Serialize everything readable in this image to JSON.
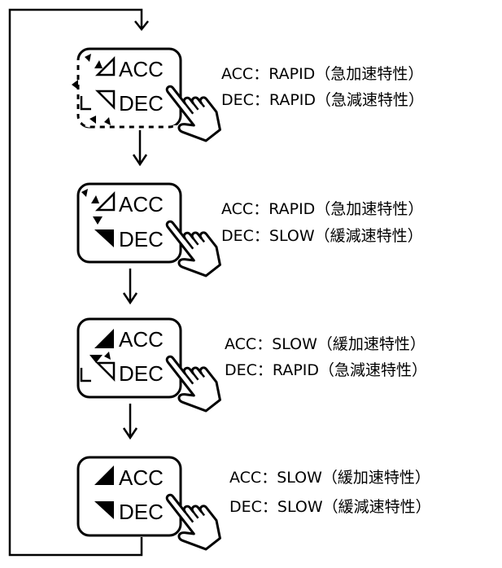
{
  "steps": [
    {
      "acc_label": "ACC",
      "dec_label": "DEC",
      "acc_mode": "RAPID",
      "dec_mode": "RAPID",
      "acc_line": "ACC：RAPID（急加速特性）",
      "dec_line": "DEC：RAPID（急減速特性）"
    },
    {
      "acc_label": "ACC",
      "dec_label": "DEC",
      "acc_mode": "RAPID",
      "dec_mode": "SLOW",
      "acc_line": "ACC：RAPID（急加速特性）",
      "dec_line": "DEC：SLOW（緩減速特性）"
    },
    {
      "acc_label": "ACC",
      "dec_label": "DEC",
      "acc_mode": "SLOW",
      "dec_mode": "RAPID",
      "acc_line": "ACC：SLOW（緩加速特性）",
      "dec_line": "DEC：RAPID（急減速特性）"
    },
    {
      "acc_label": "ACC",
      "dec_label": "DEC",
      "acc_mode": "SLOW",
      "dec_mode": "SLOW",
      "acc_line": "ACC：SLOW（緩加速特性）",
      "dec_line": "DEC：SLOW（緩減速特性）"
    }
  ],
  "icons": {
    "rapid": "outline-triangle-blinking-icon",
    "slow": "solid-triangle-icon",
    "hand": "pointing-hand-icon",
    "flow_arrow": "down-arrow-icon"
  },
  "colors": {
    "ink": "#000000",
    "background": "#ffffff"
  }
}
